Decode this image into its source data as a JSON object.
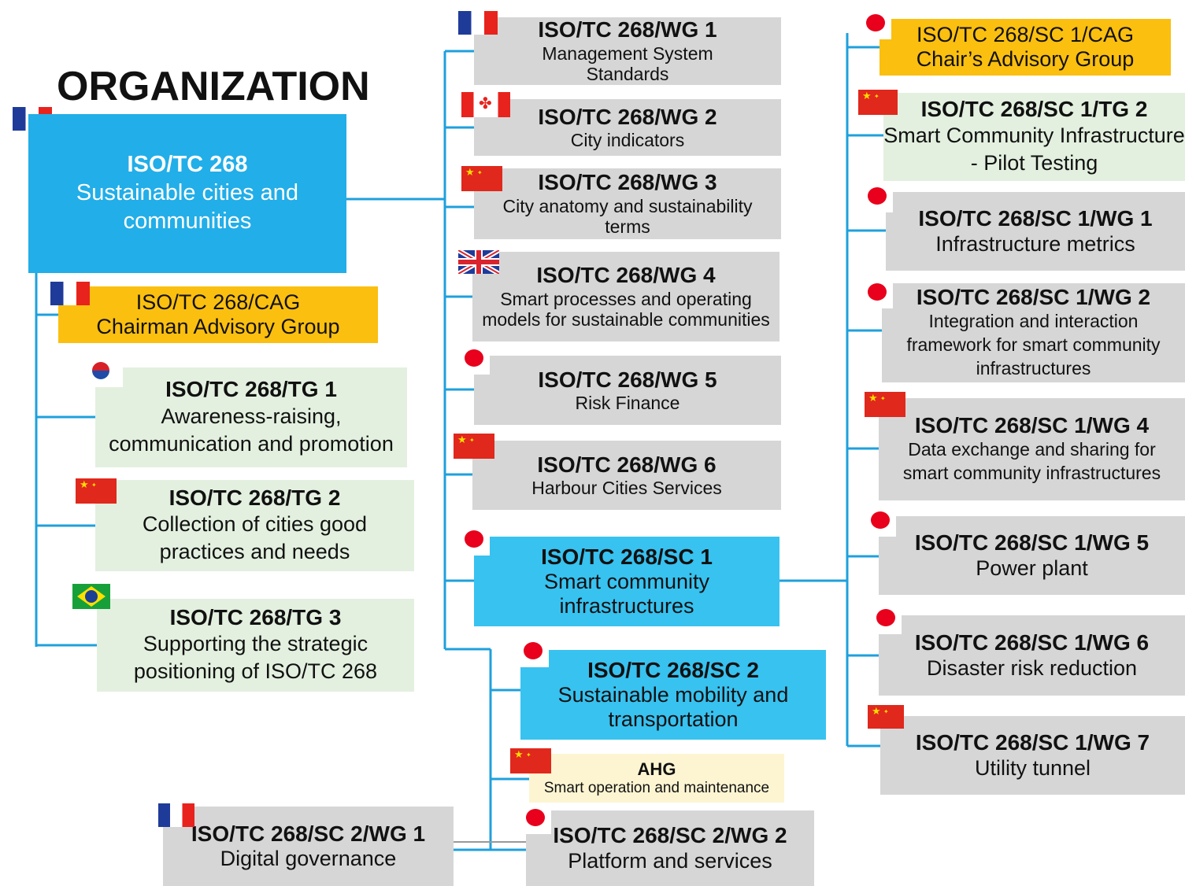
{
  "title": "ORGANIZATION",
  "colors": {
    "connector": "#1fa0dc",
    "tc_box": "#22aee8",
    "sc_box": "#38c2f0",
    "cag_box": "#fbbf10",
    "tg_box": "#e3f0df",
    "wg_box": "#d6d6d6",
    "ahg_box": "#fdf5d2"
  },
  "root": {
    "code": "ISO/TC 268",
    "desc": "Sustainable cities and communities",
    "flag": "france-flag"
  },
  "cag": {
    "code": "ISO/TC 268/CAG",
    "desc": "Chairman Advisory Group",
    "flag": "france-flag"
  },
  "task_groups": [
    {
      "code": "ISO/TC 268/TG 1",
      "desc": "Awareness-raising, communication and promotion",
      "flag": "south-korea-flag"
    },
    {
      "code": "ISO/TC 268/TG 2",
      "desc": "Collection of cities good practices and needs",
      "flag": "china-flag"
    },
    {
      "code": "ISO/TC 268/TG 3",
      "desc": "Supporting the strategic positioning of ISO/TC 268",
      "flag": "brazil-flag"
    }
  ],
  "working_groups": [
    {
      "code": "ISO/TC 268/WG 1",
      "desc": "Management System Standards",
      "flag": "france-flag"
    },
    {
      "code": "ISO/TC 268/WG 2",
      "desc": "City indicators",
      "flag": "canada-flag"
    },
    {
      "code": "ISO/TC 268/WG 3",
      "desc": "City anatomy and sustainability terms",
      "flag": "china-flag"
    },
    {
      "code": "ISO/TC 268/WG 4",
      "desc": "Smart processes and operating models for sustainable communities",
      "flag": "uk-flag"
    },
    {
      "code": "ISO/TC 268/WG 5",
      "desc": "Risk Finance",
      "flag": "japan-flag"
    },
    {
      "code": "ISO/TC 268/WG 6",
      "desc": "Harbour Cities Services",
      "flag": "china-flag"
    }
  ],
  "sc1": {
    "code": "ISO/TC 268/SC 1",
    "desc": "Smart community infrastructures",
    "flag": "japan-flag"
  },
  "sc2": {
    "code": "ISO/TC 268/SC 2",
    "desc": "Sustainable mobility and transportation",
    "flag": "japan-flag"
  },
  "ahg": {
    "code": "AHG",
    "desc": "Smart operation and maintenance",
    "flag": "china-flag"
  },
  "sc2_groups": [
    {
      "code": "ISO/TC 268/SC 2/WG 1",
      "desc": "Digital governance",
      "flag": "france-flag"
    },
    {
      "code": "ISO/TC 268/SC 2/WG 2",
      "desc": "Platform and services",
      "flag": "japan-flag"
    }
  ],
  "sc1_groups": [
    {
      "code": "ISO/TC 268/SC 1/CAG",
      "desc": "Chair’s Advisory Group",
      "flag": "japan-flag"
    },
    {
      "code": "ISO/TC 268/SC 1/TG 2",
      "desc": "Smart Community Infrastructure - Pilot Testing",
      "flag": "china-flag"
    },
    {
      "code": "ISO/TC 268/SC 1/WG 1",
      "desc": "Infrastructure metrics",
      "flag": "japan-flag"
    },
    {
      "code": "ISO/TC 268/SC 1/WG 2",
      "desc": "Integration and interaction framework for smart community infrastructures",
      "flag": "japan-flag"
    },
    {
      "code": "ISO/TC 268/SC 1/WG 4",
      "desc": "Data exchange and sharing for smart community infrastructures",
      "flag": "china-flag"
    },
    {
      "code": "ISO/TC 268/SC 1/WG 5",
      "desc": "Power plant",
      "flag": "japan-flag"
    },
    {
      "code": "ISO/TC 268/SC 1/WG 6",
      "desc": "Disaster risk reduction",
      "flag": "japan-flag"
    },
    {
      "code": "ISO/TC 268/SC 1/WG 7",
      "desc": "Utility tunnel",
      "flag": "china-flag"
    }
  ]
}
